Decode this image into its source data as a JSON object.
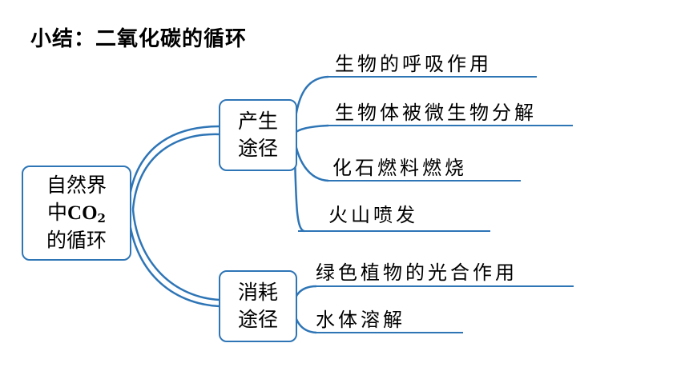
{
  "title": "小结：二氧化碳的循环",
  "root": {
    "line1": "自然界",
    "line2_prefix": "中",
    "formula": "CO",
    "subscript": "2",
    "line3": "的循环"
  },
  "produce": {
    "line1": "产生",
    "line2": "途径"
  },
  "consume": {
    "line1": "消耗",
    "line2": "途径"
  },
  "produce_items": [
    "生物的呼吸作用",
    "生物体被微生物分解",
    "化石燃料燃烧",
    "火山喷发"
  ],
  "consume_items": [
    "绿色植物的光合作用",
    "水体溶解"
  ],
  "colors": {
    "accent": "#2e75b6"
  }
}
